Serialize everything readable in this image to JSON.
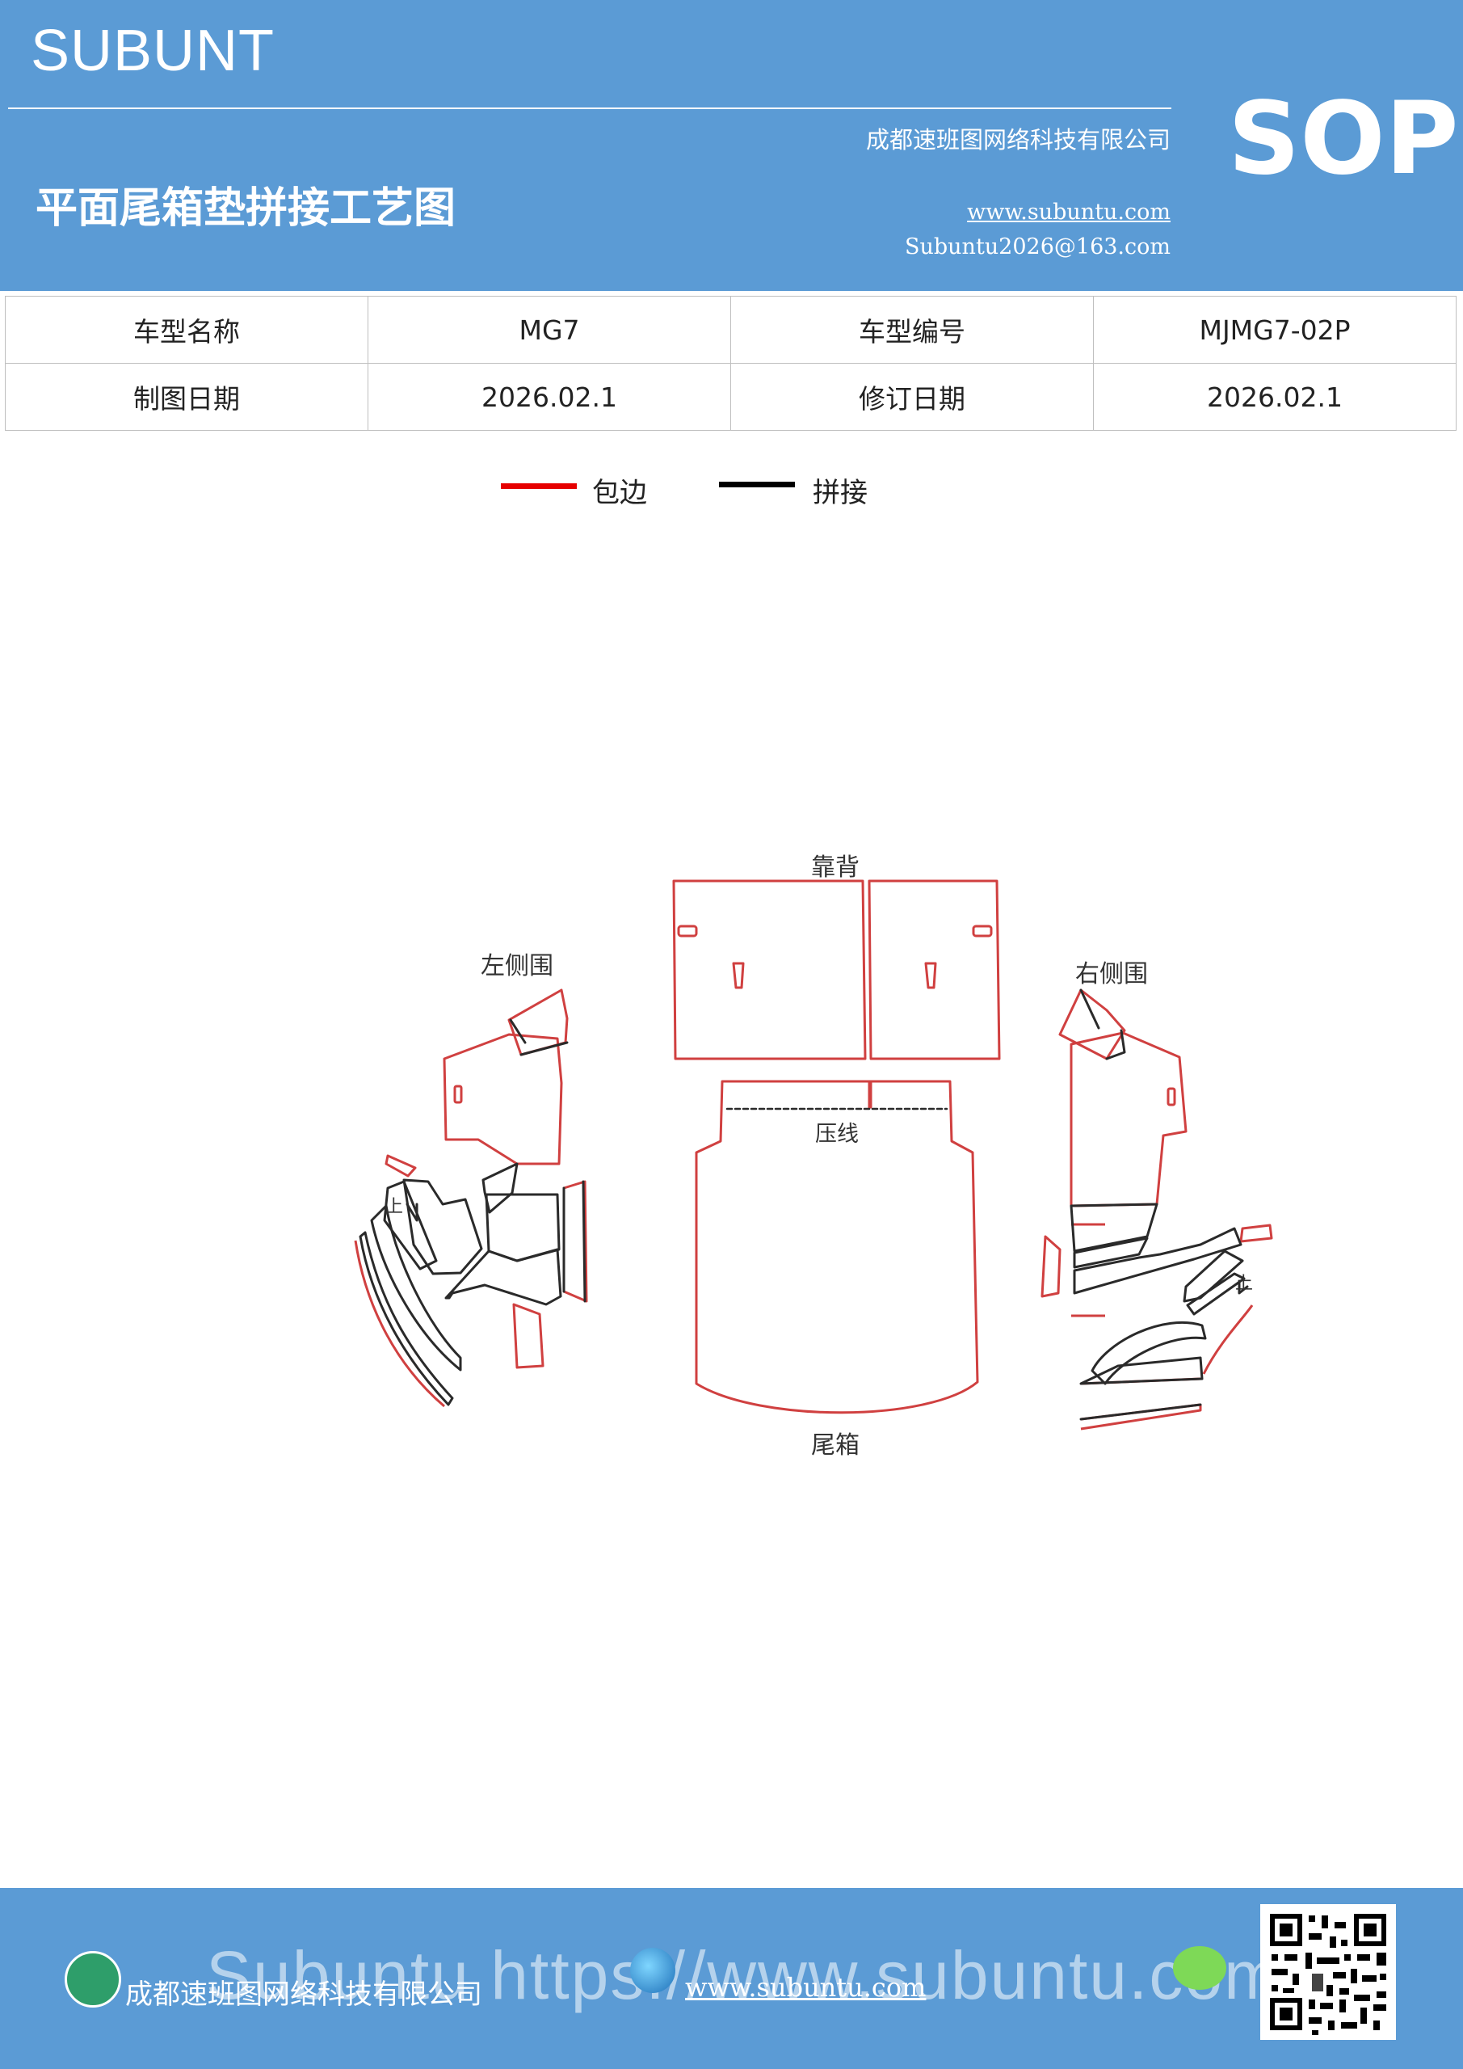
{
  "header": {
    "brand": "SUBUNT",
    "doc_code": "SOP",
    "company": "成都速班图网络科技有限公司",
    "title": "平面尾箱垫拼接工艺图",
    "website": "www.subuntu.com",
    "email": "Subuntu2026@163.com"
  },
  "info_table": {
    "rows": [
      [
        "车型名称",
        "MG7",
        "车型编号",
        "MJMG7-02P"
      ],
      [
        "制图日期",
        "2026.02.1",
        "修订日期",
        "2026.02.1"
      ]
    ]
  },
  "legend": [
    {
      "label": "包边",
      "color": "#e60000"
    },
    {
      "label": "拼接",
      "color": "#000000"
    }
  ],
  "diagram": {
    "labels": {
      "backrest": "靠背",
      "left_side": "左侧围",
      "right_side": "右侧围",
      "press_line": "压线",
      "trunk": "尾箱",
      "up_left": "上",
      "up_right": "上"
    },
    "colors": {
      "edge": "#d04040",
      "seam": "#2a2a2a"
    }
  },
  "footer": {
    "company": "成都速班图网络科技有限公司",
    "website": "www.subuntu.com",
    "watermark": "Subuntu https://www.subuntu.com"
  }
}
